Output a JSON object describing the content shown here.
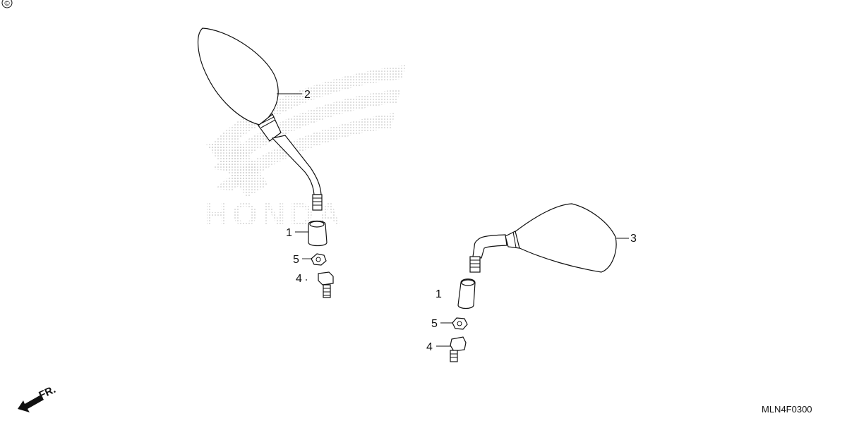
{
  "diagram": {
    "copyright_symbol": "©",
    "diagram_code": "MLN4F0300",
    "front_indicator": "FR.",
    "watermark_text": "HONDA",
    "colors": {
      "line": "#111111",
      "watermark": "#c8c8c8",
      "background": "#ffffff"
    },
    "left_assembly": {
      "callouts": {
        "mirror": "2",
        "cap": "1",
        "nut": "5",
        "bolt": "4"
      }
    },
    "right_assembly": {
      "callouts": {
        "mirror": "3",
        "cap": "1",
        "nut": "5",
        "bolt": "4"
      }
    }
  }
}
